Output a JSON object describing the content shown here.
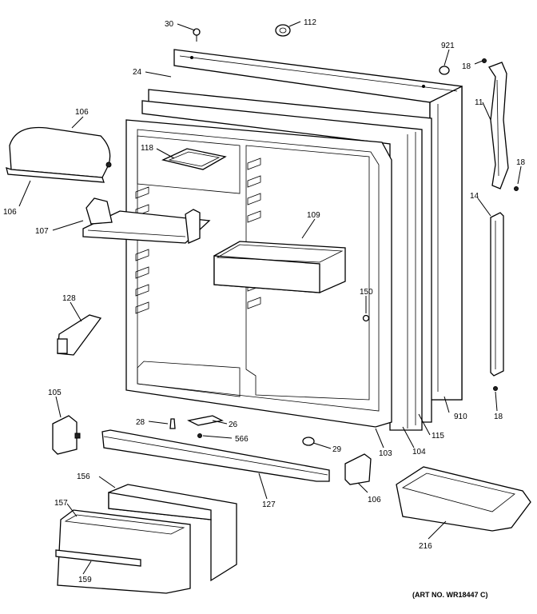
{
  "callouts": {
    "c30": "30",
    "c112": "112",
    "c921": "921",
    "c18a": "18",
    "c24": "24",
    "c11": "11",
    "c106a": "106",
    "c18b": "18",
    "c118": "118",
    "c14": "14",
    "c106b": "106",
    "c109": "109",
    "c107": "107",
    "c128": "128",
    "c150": "150",
    "c105": "105",
    "c28": "28",
    "c26": "26",
    "c566": "566",
    "c29": "29",
    "c910": "910",
    "c18c": "18",
    "c115": "115",
    "c103": "103",
    "c104": "104",
    "c156": "156",
    "c127": "127",
    "c106c": "106",
    "c157": "157",
    "c216": "216",
    "c159": "159"
  },
  "art_number": "(ART NO. WR18447 C)"
}
